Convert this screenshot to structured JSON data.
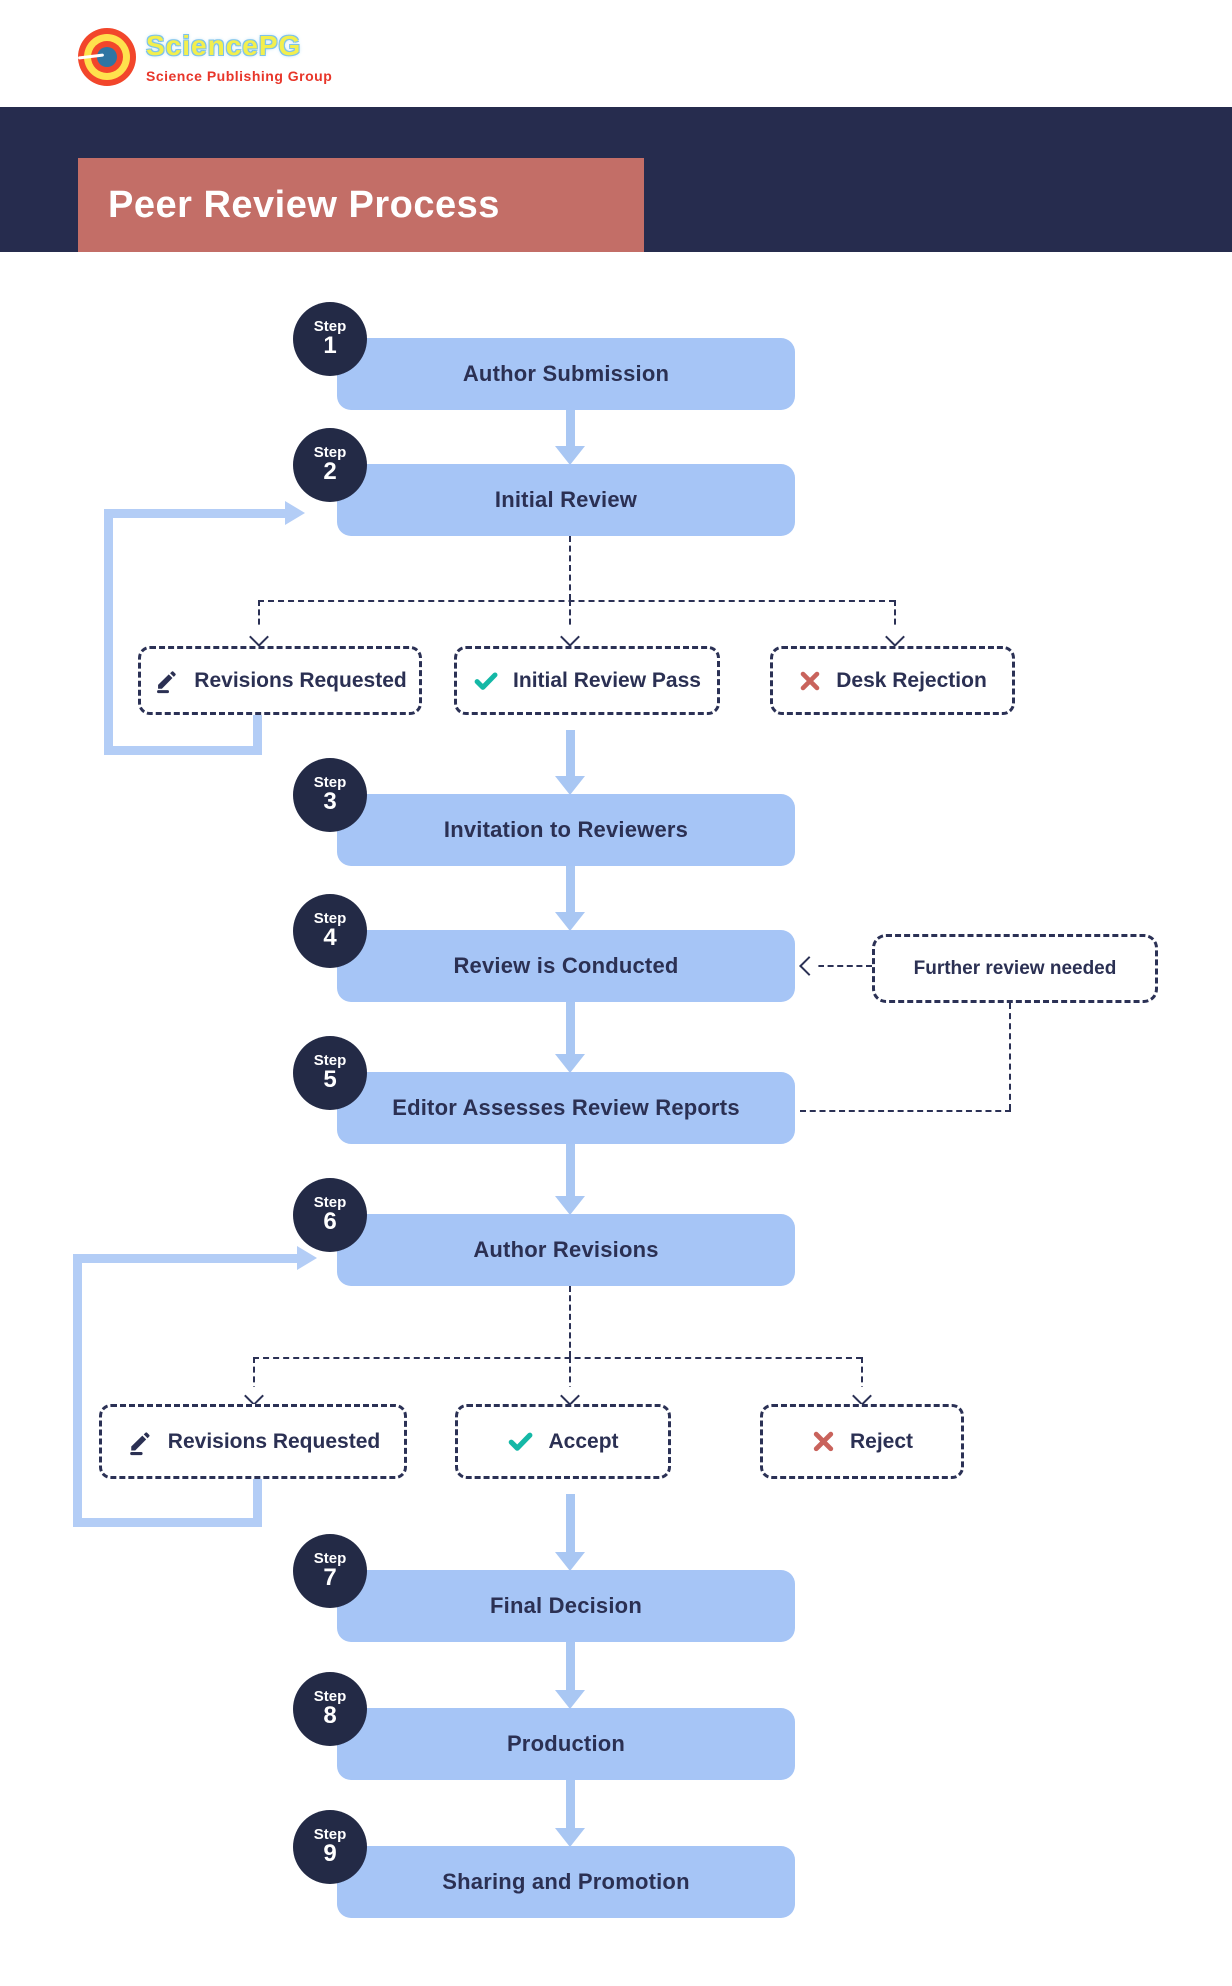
{
  "logo": {
    "brand": "SciencePG",
    "tagline": "Science Publishing Group"
  },
  "banner": {
    "title": "Peer Review Process"
  },
  "steps": [
    {
      "label": "Step",
      "number": "1",
      "title": "Author Submission"
    },
    {
      "label": "Step",
      "number": "2",
      "title": "Initial Review"
    },
    {
      "label": "Step",
      "number": "3",
      "title": "Invitation to Reviewers"
    },
    {
      "label": "Step",
      "number": "4",
      "title": "Review is Conducted"
    },
    {
      "label": "Step",
      "number": "5",
      "title": "Editor Assesses Review Reports"
    },
    {
      "label": "Step",
      "number": "6",
      "title": "Author Revisions"
    },
    {
      "label": "Step",
      "number": "7",
      "title": "Final Decision"
    },
    {
      "label": "Step",
      "number": "8",
      "title": "Production"
    },
    {
      "label": "Step",
      "number": "9",
      "title": "Sharing and Promotion"
    }
  ],
  "branch1": {
    "options": [
      {
        "icon": "pencil-icon",
        "label": "Revisions Requested"
      },
      {
        "icon": "check-icon",
        "label": "Initial Review Pass"
      },
      {
        "icon": "x-icon",
        "label": "Desk Rejection"
      }
    ]
  },
  "branch2": {
    "options": [
      {
        "icon": "pencil-icon",
        "label": "Revisions Requested"
      },
      {
        "icon": "check-icon",
        "label": "Accept"
      },
      {
        "icon": "x-icon",
        "label": "Reject"
      }
    ]
  },
  "note": {
    "label": "Further review needed"
  },
  "colors": {
    "navy_band": "#262c4e",
    "banner_salmon": "#c36e67",
    "box_blue": "#a6c5f6",
    "arrow_blue": "#a9c7f3",
    "loop_blue": "#b3cdf6",
    "dark_text": "#2b3053",
    "circle_navy": "#232a46",
    "check_teal": "#14b8a6",
    "x_red": "#c9635c",
    "brand_yellow": "#f3ef4d",
    "brand_outline": "#7ec3ea",
    "tagline_red": "#e8362a"
  }
}
